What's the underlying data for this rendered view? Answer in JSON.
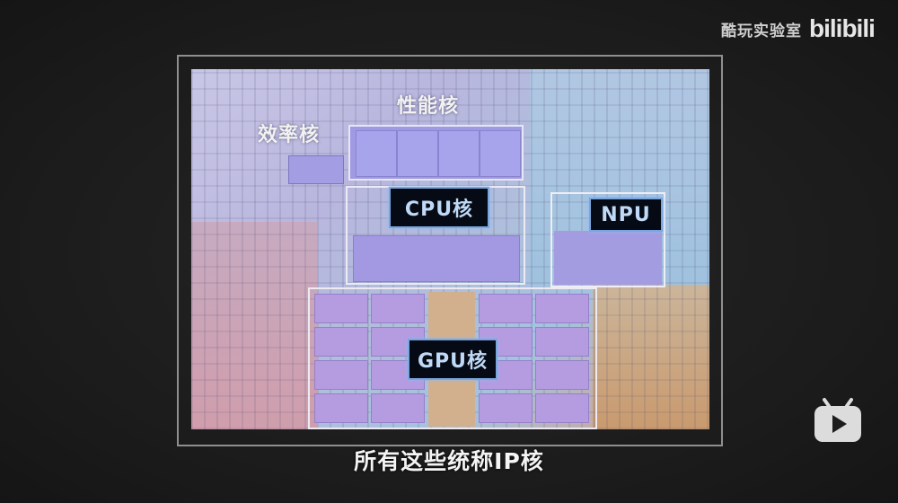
{
  "watermark": {
    "channel_name": "酷玩实验室",
    "platform_logo": "bilibili"
  },
  "diagram": {
    "labels": {
      "efficiency_cores": "效率核",
      "performance_cores": "性能核"
    },
    "tags": {
      "cpu": "CPU核",
      "npu": "NPU",
      "gpu": "GPU核"
    },
    "colors": {
      "background": "#1c1c1c",
      "frame_border": "#8f8f8f",
      "tag_background": "#050a14",
      "tag_border": "#7aa6e0",
      "tag_text": "#bfd9f6",
      "cpu_region": "#a399e3",
      "gpu_region": "#b59be0",
      "npu_region": "#a49ce0",
      "gold_region": "#c99a6e"
    }
  },
  "subtitle": {
    "text": "所有这些统称IP核"
  },
  "player": {
    "icon": "bilibili-tv-play-icon"
  }
}
